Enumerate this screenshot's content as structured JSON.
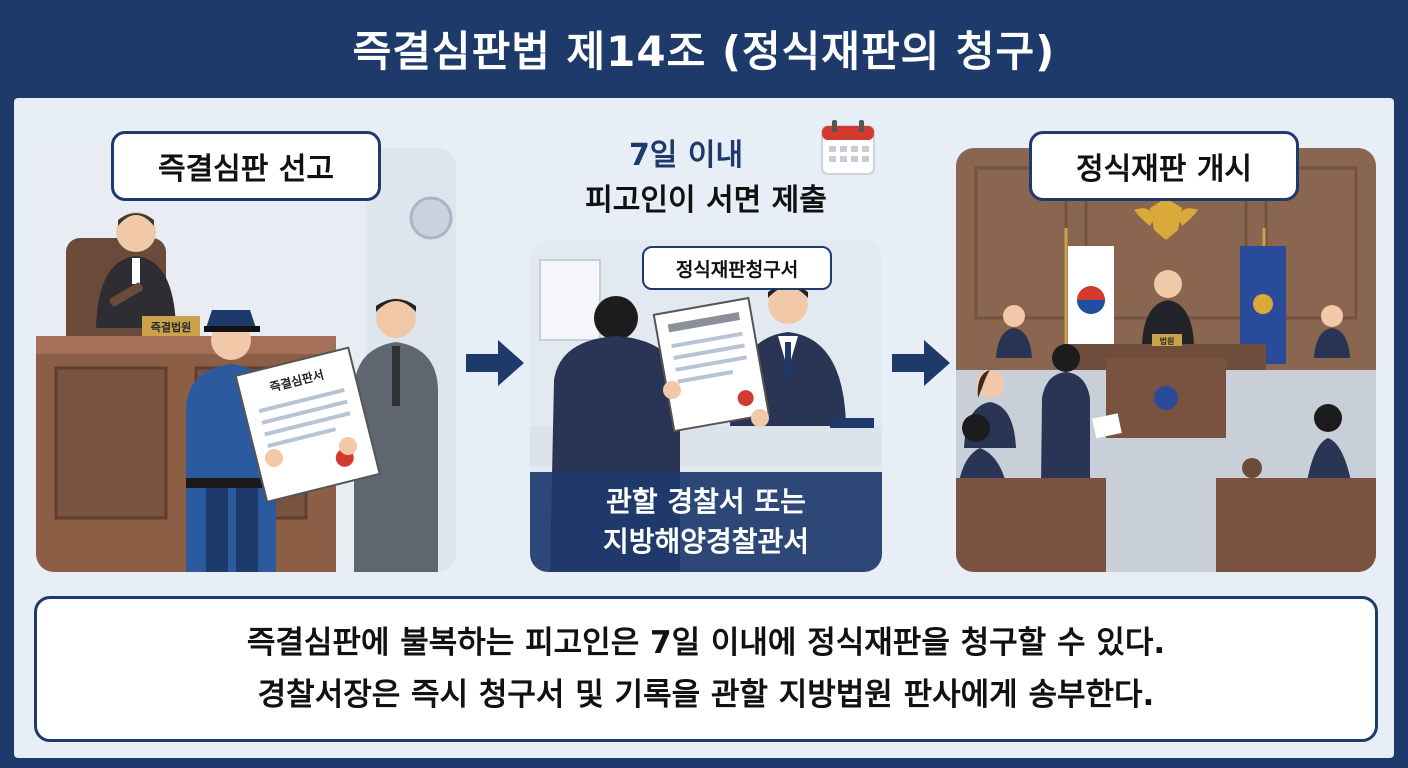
{
  "header": {
    "title": "즉결심판법 제14조 (정식재판의 청구)"
  },
  "steps": [
    {
      "label": "즉결심판 선고",
      "doc_text": "즉결심판서",
      "nameplate": "즉결법원"
    },
    {
      "deadline": "7일 이내",
      "action": "피고인이 서면 제출",
      "doc_label": "정식재판청구서",
      "office_line1": "관할 경찰서 또는",
      "office_line2": "지방해양경찰관서"
    },
    {
      "label": "정식재판 개시",
      "nameplate": "법원"
    }
  ],
  "caption": {
    "line1": "즉결심판에 불복하는 피고인은 7일 이내에 정식재판을 청구할 수 있다.",
    "line2": "경찰서장은 즉시 청구서 및 기록을 관할 지방법원 판사에게 송부한다."
  },
  "colors": {
    "navy": "#1d3a6b",
    "background": "#e8eef5",
    "seal_red": "#d33a2f"
  },
  "icons": [
    "calendar-icon",
    "arrow-right-icon",
    "police-emblem-icon"
  ]
}
